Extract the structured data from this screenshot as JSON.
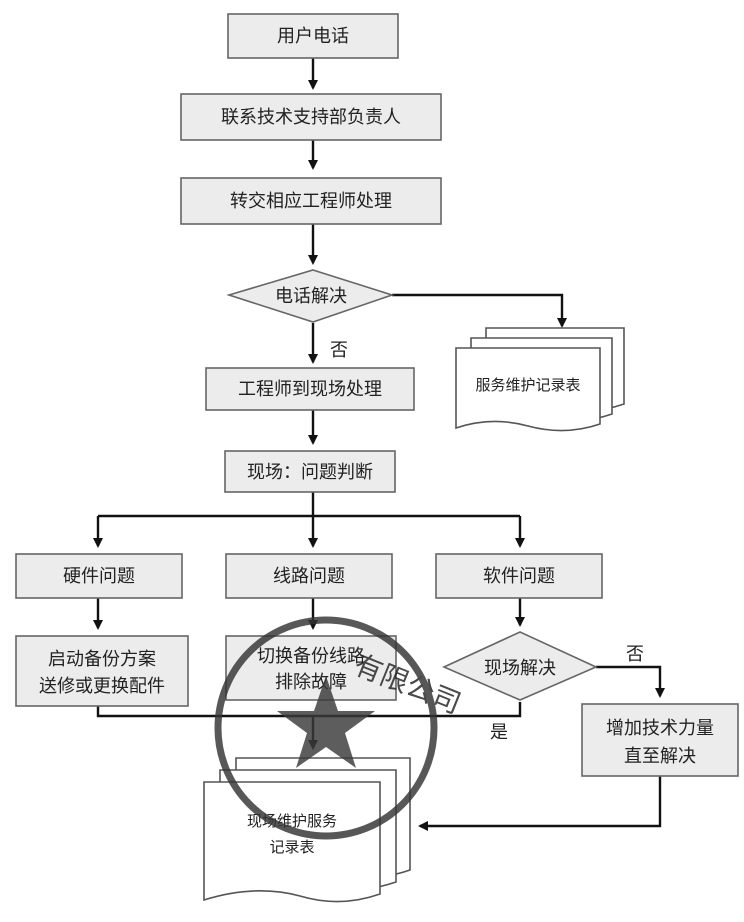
{
  "nodes": {
    "user_call": "用户电话",
    "contact_lead": "联系技术支持部负责人",
    "assign_engineer": "转交相应工程师处理",
    "phone_resolved": "电话解决",
    "onsite_handling": "工程师到现场处理",
    "onsite_judgment": "现场：问题判断",
    "hardware_issue": "硬件问题",
    "line_issue": "线路问题",
    "software_issue": "软件问题",
    "backup_plan_line1": "启动备份方案",
    "backup_plan_line2": "送修或更换配件",
    "switch_line_line1": "切换备份线路",
    "switch_line_line2": "排除故障",
    "onsite_resolved": "现场解决",
    "add_resources_line1": "增加技术力量",
    "add_resources_line2": "直至解决",
    "maintenance_record": "服务维护记录表",
    "onsite_record_line1": "现场维护服务",
    "onsite_record_line2": "记录表"
  },
  "edge_labels": {
    "no_phone": "否",
    "no_onsite": "否",
    "yes_onsite": "是"
  },
  "seal": {
    "text": "有限公司",
    "color": "#333333"
  }
}
